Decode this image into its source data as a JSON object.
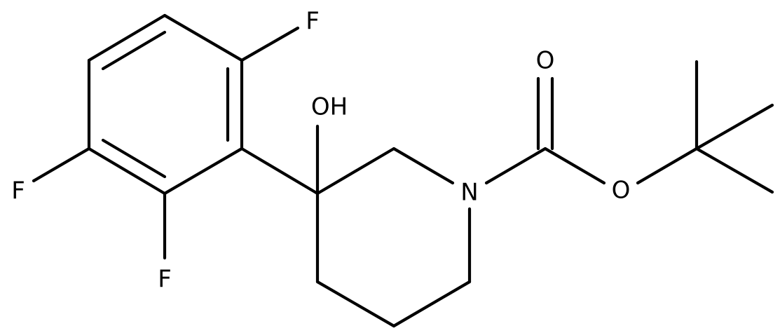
{
  "molecule": {
    "atoms": {
      "F_top": "F",
      "F_left": "F",
      "F_bottom": "F",
      "OH": "OH",
      "N": "N",
      "O_carbonyl": "O",
      "O_ester": "O"
    },
    "colors": {
      "bond": "#000000",
      "text": "#000000",
      "background": "#ffffff"
    }
  }
}
